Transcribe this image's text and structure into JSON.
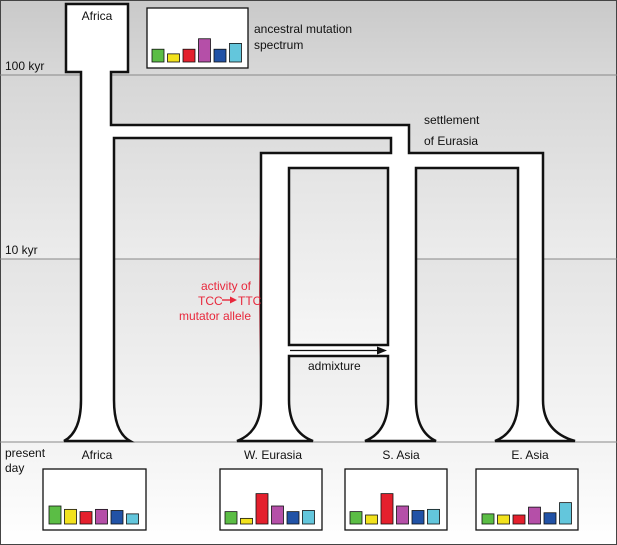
{
  "time_labels": {
    "t100": "100 kyr",
    "t10": "10 kyr",
    "present_line1": "present",
    "present_line2": "day"
  },
  "top": {
    "africa_label": "Africa",
    "spectrum_line1": "ancestral mutation",
    "spectrum_line2": "spectrum"
  },
  "events": {
    "settlement_line1": "settlement",
    "settlement_line2": "of Eurasia",
    "admixture": "admixture",
    "mutator_line1": "activity of",
    "mutator_line2_left": "TCC",
    "mutator_line2_right": "TTC",
    "mutator_line3": "mutator allele"
  },
  "populations": [
    {
      "key": "africa",
      "label": "Africa"
    },
    {
      "key": "weurasia",
      "label": "W. Eurasia"
    },
    {
      "key": "sasia",
      "label": "S. Asia"
    },
    {
      "key": "easia",
      "label": "E. Asia"
    }
  ],
  "colors": {
    "mutator": "#e8283c",
    "bars": [
      "#5bbd45",
      "#f2e21d",
      "#e4202d",
      "#b54fa8",
      "#2152a6",
      "#63c6dc"
    ]
  },
  "spectra": {
    "ancestral": [
      0.55,
      0.35,
      0.55,
      1.0,
      0.55,
      0.8
    ],
    "africa": [
      0.8,
      0.65,
      0.55,
      0.65,
      0.6,
      0.45
    ],
    "weurasia": [
      0.55,
      0.25,
      1.35,
      0.8,
      0.55,
      0.6
    ],
    "sasia": [
      0.55,
      0.4,
      1.35,
      0.8,
      0.6,
      0.65
    ],
    "easia": [
      0.45,
      0.4,
      0.4,
      0.75,
      0.5,
      0.95
    ]
  }
}
